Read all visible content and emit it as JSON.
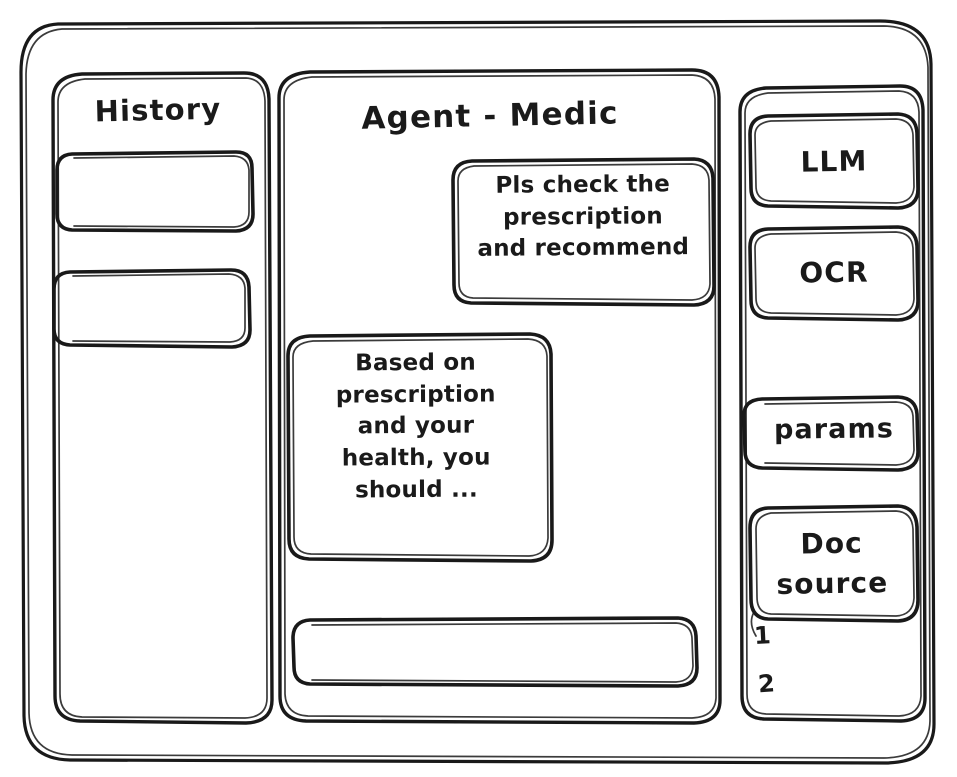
{
  "window": {
    "name": "agent-medic-wireframe"
  },
  "sidebar_left": {
    "title": "History",
    "items": [
      {
        "label": "",
        "name": "history-item-1"
      },
      {
        "label": "",
        "name": "history-item-2"
      }
    ]
  },
  "main": {
    "title": "Agent - Medic",
    "messages": [
      {
        "role": "user",
        "text": "Pls check the\nprescription\nand recommend"
      },
      {
        "role": "agent",
        "text": "Based on\nprescription\nand your\nhealth, you\nshould ..."
      }
    ],
    "composer": {
      "value": "",
      "placeholder": ""
    }
  },
  "sidebar_right": {
    "tools": [
      {
        "label": "LLM"
      },
      {
        "label": "OCR"
      }
    ],
    "params": {
      "label": "params"
    },
    "doc_source": {
      "label": "Doc\nsource",
      "items": [
        "1",
        "2"
      ]
    }
  },
  "style": {
    "ink": "#191919",
    "paper": "#ffffff"
  }
}
